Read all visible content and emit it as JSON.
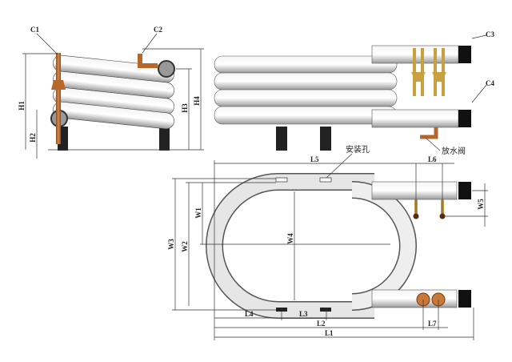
{
  "labels": {
    "c1": "C1",
    "c2": "C2",
    "c3": "C3",
    "c4": "C4",
    "h1": "H1",
    "h2": "H2",
    "h3": "H3",
    "h4": "H4",
    "l1": "L1",
    "l2": "L2",
    "l3": "L3",
    "l4": "L4",
    "l5": "L5",
    "l6": "L6",
    "l7": "L7",
    "w1": "W1",
    "w2": "W2",
    "w3": "W3",
    "w4": "W4",
    "w5": "W5",
    "mounting_hole": "安装孔",
    "drain_valve": "放水阀"
  },
  "colors": {
    "tube": "#c8c8c8",
    "copper": "#b8662a",
    "foot": "#222222",
    "brass": "#c9a040"
  }
}
